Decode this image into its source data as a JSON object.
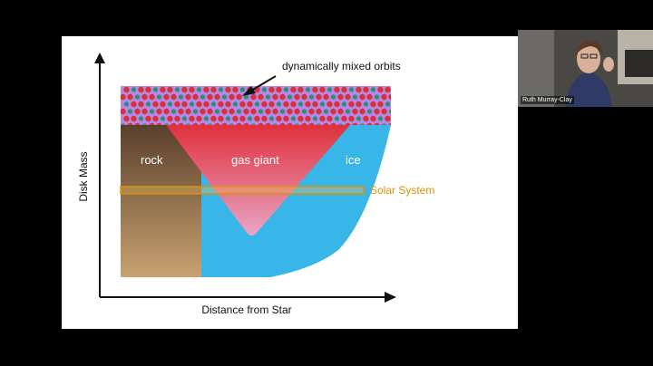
{
  "slide": {
    "annotation": "dynamically mixed orbits",
    "y_axis_label": "Disk Mass",
    "x_axis_label": "Distance from Star",
    "regions": {
      "rock": "rock",
      "gas_giant": "gas giant",
      "ice": "ice"
    },
    "solar_system_label": "Solar System"
  },
  "colors": {
    "rock_top": "#5a3f2c",
    "rock_bottom": "#c8a270",
    "gas_top": "#e0313d",
    "gas_bottom": "#e8a6c6",
    "ice": "#38b6e8",
    "solar_system": "#d9920a",
    "mixed_band_base": "#b688e0",
    "mixed_band_red": "#d8303a",
    "mixed_band_teal": "#2c8a84"
  },
  "video": {
    "participant_name": "Ruth Murray-Clay"
  }
}
